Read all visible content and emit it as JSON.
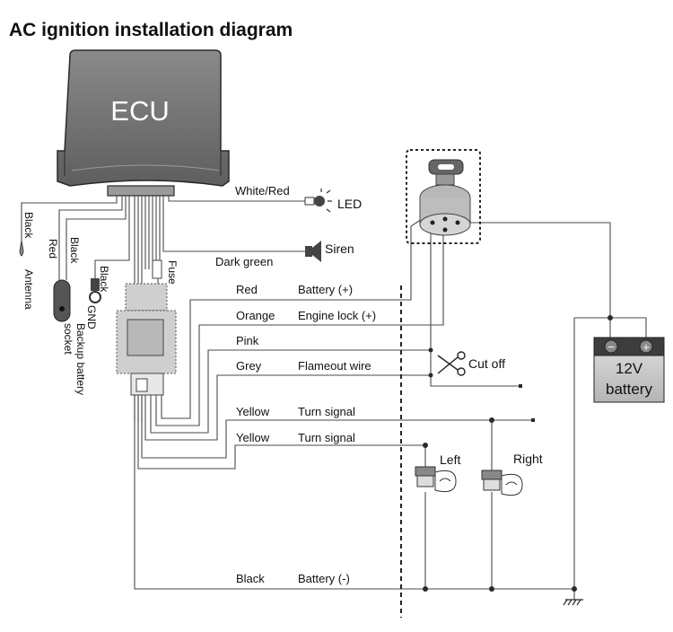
{
  "title": "AC ignition installation diagram",
  "ecu_label": "ECU",
  "left_wires": {
    "antenna_wire": "Black",
    "antenna": "Antenna",
    "backup_wire_1": "Red",
    "backup_wire_2": "Black",
    "backup_socket_line1": "Backup battery",
    "backup_socket_line2": "socket",
    "gnd_wire": "Black",
    "gnd": "GND",
    "fuse": "Fuse"
  },
  "top_wires": {
    "led_wire": "White/Red",
    "led": "LED",
    "siren_wire": "Dark green",
    "siren": "Siren"
  },
  "harness": [
    {
      "color": "Red",
      "function": "Battery (+)"
    },
    {
      "color": "Orange",
      "function": "Engine lock (+)"
    },
    {
      "color": "Pink",
      "function": ""
    },
    {
      "color": "Grey",
      "function": "Flameout wire"
    },
    {
      "color": "Yellow",
      "function": "Turn signal"
    },
    {
      "color": "Yellow",
      "function": "Turn signal"
    },
    {
      "color": "Black",
      "function": "Battery (-)"
    }
  ],
  "cut_off": "Cut off",
  "lamps": {
    "left": "Left",
    "right": "Right"
  },
  "battery": {
    "voltage": "12V",
    "name": "battery",
    "neg": "−",
    "pos": "+"
  }
}
